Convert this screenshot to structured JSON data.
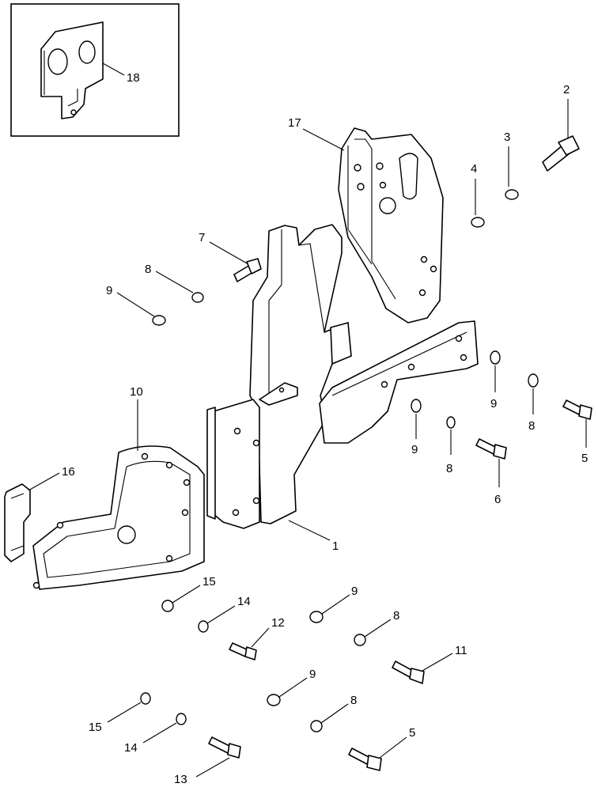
{
  "callouts": {
    "c1": "1",
    "c2": "2",
    "c3": "3",
    "c4": "4",
    "c5a": "5",
    "c5b": "5",
    "c6": "6",
    "c7": "7",
    "c8a": "8",
    "c8b": "8",
    "c8c": "8",
    "c8d": "8",
    "c8e": "8",
    "c9a": "9",
    "c9b": "9",
    "c9c": "9",
    "c9d": "9",
    "c9e": "9",
    "c10": "10",
    "c11": "11",
    "c12": "12",
    "c13": "13",
    "c14a": "14",
    "c14b": "14",
    "c15a": "15",
    "c15b": "15",
    "c16": "16",
    "c17": "17",
    "c18": "18"
  }
}
